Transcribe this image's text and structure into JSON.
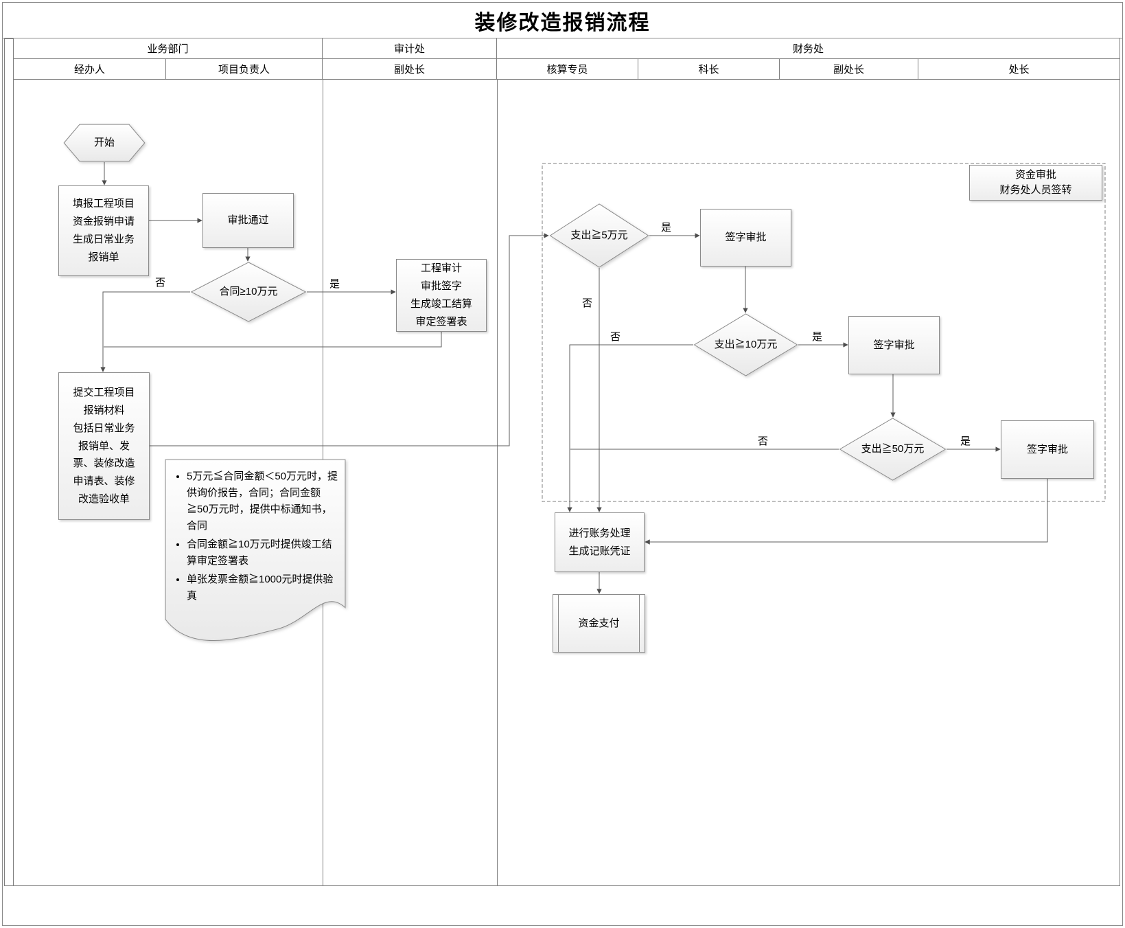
{
  "title": "装修改造报销流程",
  "departments": [
    "业务部门",
    "审计处",
    "财务处"
  ],
  "roles": [
    "经办人",
    "项目负责人",
    "副处长",
    "核算专员",
    "科长",
    "副处长",
    "处长"
  ],
  "labels": {
    "yes": "是",
    "no": "否"
  },
  "nodes": {
    "start": "开始",
    "fill_request": "填报工程项目\n资金报销申请\n生成日常业务\n报销单",
    "approve_pass": "审批通过",
    "contract_ge_100k": "合同≥10万元",
    "audit_sign": "工程审计\n审批签字\n生成竣工结算\n审定签署表",
    "submit_materials": "提交工程项目\n报销材料\n包括日常业务\n报销单、发\n票、装修改造\n申请表、装修\n改造验收单",
    "group_label": "资金审批\n财务处人员签转",
    "spend_ge_50k": "支出≧5万元",
    "sign_approve_1": "签字审批",
    "spend_ge_100k": "支出≧10万元",
    "sign_approve_2": "签字审批",
    "spend_ge_500k": "支出≧50万元",
    "sign_approve_3": "签字审批",
    "bookkeeping": "进行账务处理\n生成记账凭证",
    "payment": "资金支付"
  },
  "notes": [
    "5万元≦合同金额＜50万元时，提供询价报告，合同；合同金额≧50万元时，提供中标通知书，合同",
    "合同金额≧10万元时提供竣工结算审定签署表",
    "单张发票金额≧1000元时提供验真"
  ]
}
